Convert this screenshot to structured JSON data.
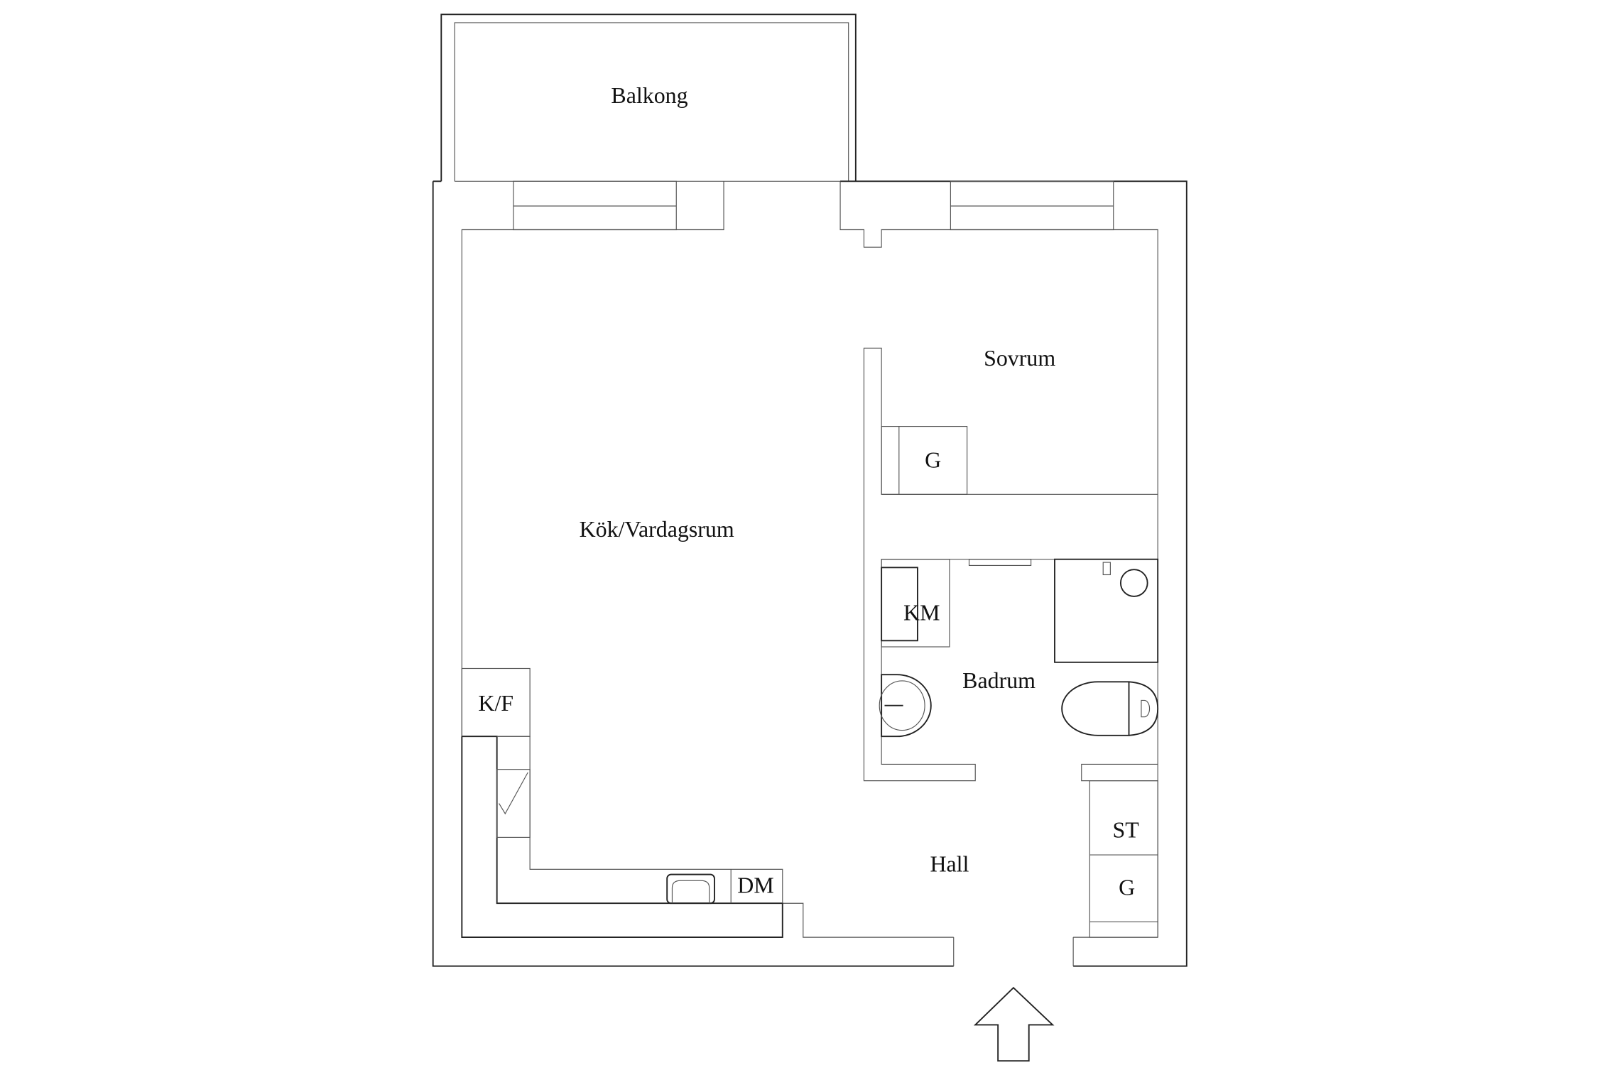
{
  "rooms": {
    "balcony": "Balkong",
    "bedroom": "Sovrum",
    "bedroom_closet": "G",
    "kitchen_living": "Kök/Vardagsrum",
    "washing_machine": "KM",
    "bathroom": "Badrum",
    "fridge_freezer": "K/F",
    "dishwasher": "DM",
    "hall": "Hall",
    "hall_storage": "ST",
    "hall_closet": "G"
  },
  "colors": {
    "lines": "#222222",
    "background": "#ffffff"
  },
  "icons": [
    "entrance-arrow-icon",
    "sink-icon",
    "toilet-icon",
    "shower-icon",
    "kitchen-sink-icon"
  ]
}
